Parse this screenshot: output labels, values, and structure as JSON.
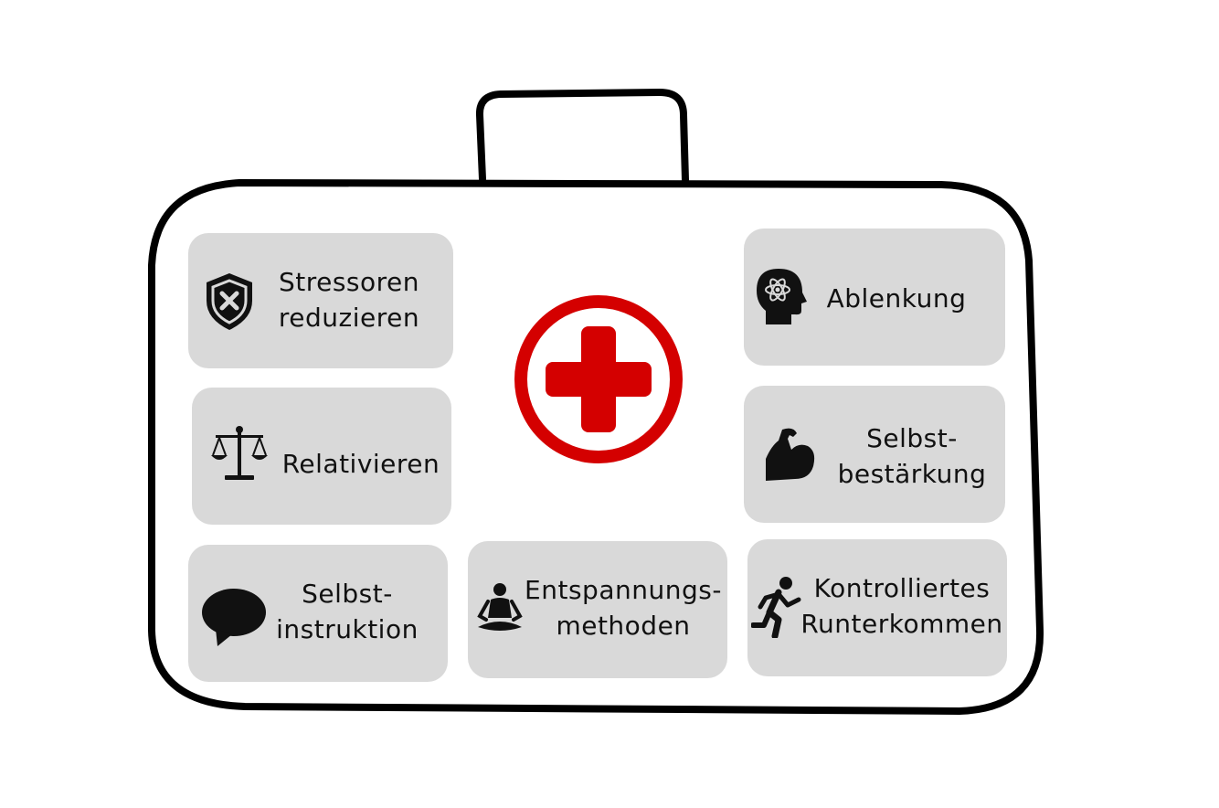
{
  "colors": {
    "card_background": "#d9d9d9",
    "outline": "#000000",
    "cross_red": "#d40000",
    "icon": "#111111"
  },
  "center_symbol": {
    "icon": "red-cross-icon"
  },
  "cards": {
    "stressoren": {
      "icon": "shield-x-icon",
      "line1": "Stressoren",
      "line2": "reduzieren"
    },
    "relativieren": {
      "icon": "balance-scale-icon",
      "line1": "Relativieren"
    },
    "selbstinstruktion": {
      "icon": "speech-bubble-icon",
      "line1": "Selbst-",
      "line2": "instruktion"
    },
    "entspannung": {
      "icon": "meditation-icon",
      "line1": "Entspannungs-",
      "line2": "methoden"
    },
    "ablenkung": {
      "icon": "head-atom-icon",
      "line1": "Ablenkung"
    },
    "selbstbestaerkung": {
      "icon": "flexed-bicep-icon",
      "line1": "Selbst-",
      "line2": "bestärkung"
    },
    "runterkommen": {
      "icon": "running-person-icon",
      "line1": "Kontrolliertes",
      "line2": "Runterkommen"
    }
  }
}
